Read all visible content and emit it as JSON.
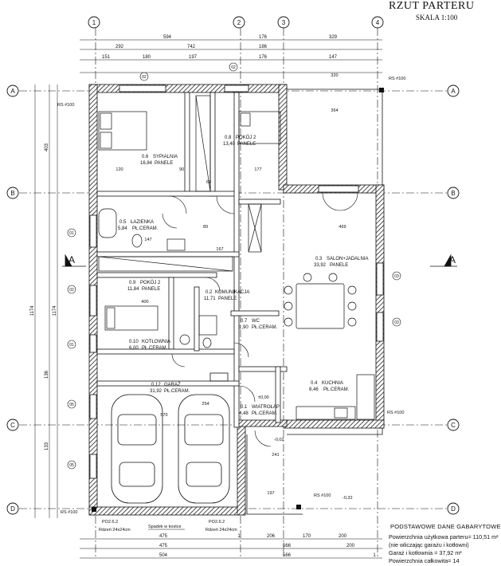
{
  "title": "RZUT PARTERU",
  "scale": "SKALA 1:100",
  "axes": [
    "1",
    "2",
    "3",
    "4"
  ],
  "grid_rows": [
    "A",
    "B",
    "C",
    "D"
  ],
  "section_mark": "A",
  "rooms": [
    {
      "id": "sypialnia",
      "num": "0.6",
      "name": "SYPIALNIA",
      "area": "16,84",
      "floor": "PANELE"
    },
    {
      "id": "pokoj1",
      "num": "0.8",
      "name": "POKÓJ 2",
      "area": "13,40",
      "floor": "PANELE"
    },
    {
      "id": "lazienka",
      "num": "0.5",
      "name": "ŁAZIENKA",
      "area": "5,84",
      "floor": "PŁ.CERAM."
    },
    {
      "id": "pokoj2",
      "num": "0.9",
      "name": "POKÓJ 2",
      "area": "11,84",
      "floor": "PANELE"
    },
    {
      "id": "komunikacja",
      "num": "0.2",
      "name": "KOMUNIKACJA",
      "area": "11,71",
      "floor": "PANELE"
    },
    {
      "id": "wc",
      "num": "0.7",
      "name": "WC",
      "area": "1,90",
      "floor": "PŁ.CERAM."
    },
    {
      "id": "kotlownia",
      "num": "0.10",
      "name": "KOTŁOWNIA",
      "area": "6,00",
      "floor": "PŁ.CERAM."
    },
    {
      "id": "salon",
      "num": "0.3",
      "name": "SALON+JADALNIA",
      "area": "33,92",
      "floor": "PANELE"
    },
    {
      "id": "kuchnia",
      "num": "0.4",
      "name": "KUCHNIA",
      "area": "8,46",
      "floor": "PŁ.CERAM."
    },
    {
      "id": "garaz",
      "num": "0.12",
      "name": "GARAŻ",
      "area": "31,92",
      "floor": "PŁ.CERAM."
    },
    {
      "id": "wiatrolap",
      "num": "0.1",
      "name": "WIATROŁAP",
      "area": "4,48",
      "floor": "PŁ.CERAM."
    }
  ],
  "rs_tags": [
    "RS #100",
    "RS #100",
    "RS #100",
    "RS #100",
    "RS #100"
  ],
  "window_tags": [
    "01",
    "02",
    "01",
    "05",
    "05",
    "03",
    "03",
    "02",
    "02"
  ],
  "levels": [
    "±0,00",
    "-0,02",
    "-0,32"
  ],
  "dims_top": {
    "row1": [
      "594",
      "176",
      "329"
    ],
    "row2": [
      "292",
      "742",
      "186"
    ],
    "row3": [
      "151",
      "180",
      "197",
      "176",
      "147"
    ]
  },
  "dims_inner": [
    "320",
    "364",
    "469",
    "400",
    "570",
    "254",
    "241",
    "197",
    "147",
    "167",
    "89",
    "120",
    "90",
    "177",
    "60"
  ],
  "dims_left": [
    "403",
    "1174",
    "1174",
    "136",
    "133"
  ],
  "floor_notes": [
    {
      "code": "PO2.6.2",
      "size": "Rdzeń 24x24cm"
    },
    {
      "code": "PO2.6.2",
      "size": "Rdzeń 24x24cm"
    }
  ],
  "slope_note": "Spadek w kostce",
  "dims_bottom": {
    "row1": [
      "475",
      "1",
      "206",
      "170",
      "200"
    ],
    "row2": [
      "475",
      "566",
      "200"
    ],
    "row3": [
      "504",
      "566",
      "1"
    ]
  },
  "summary": {
    "heading": "PODSTAWOWE DANE GABARYTOWE",
    "lines": [
      "Powierzchnia użytkowa parteru= 110,51 m²",
      "(nie wliczając garażu i kotłowni)",
      "Garaż i kotłownia = 37,92 m²",
      "Powierzchnia całkowita= 14"
    ]
  },
  "colors": {
    "line": "#111111",
    "paper": "#ffffff",
    "wall_fill": "#3a3a3a"
  }
}
